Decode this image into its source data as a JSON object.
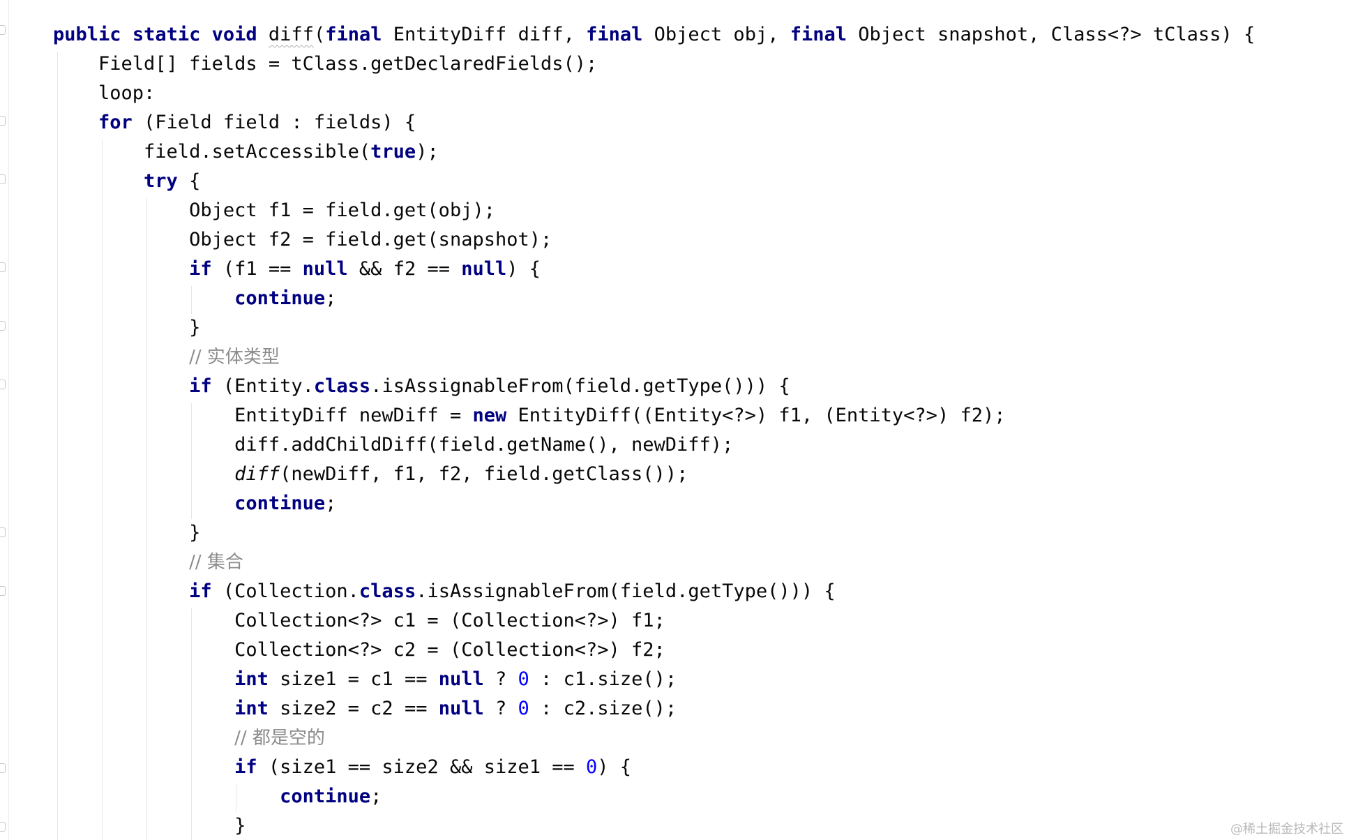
{
  "code": {
    "lines": [
      [
        {
          "t": "public",
          "c": "kw"
        },
        {
          "t": " "
        },
        {
          "t": "static",
          "c": "kw"
        },
        {
          "t": " "
        },
        {
          "t": "void",
          "c": "kw"
        },
        {
          "t": " "
        },
        {
          "t": "diff",
          "c": "underline-wavy"
        },
        {
          "t": "("
        },
        {
          "t": "final",
          "c": "kw"
        },
        {
          "t": " EntityDiff diff, "
        },
        {
          "t": "final",
          "c": "kw"
        },
        {
          "t": " Object obj, "
        },
        {
          "t": "final",
          "c": "kw"
        },
        {
          "t": " Object snapshot, Class<?> tClass) {"
        }
      ],
      [
        {
          "t": "    Field[] fields = tClass.getDeclaredFields();"
        }
      ],
      [
        {
          "t": "    loop:"
        }
      ],
      [
        {
          "t": "    "
        },
        {
          "t": "for",
          "c": "kw"
        },
        {
          "t": " (Field field : fields) {"
        }
      ],
      [
        {
          "t": "        field.setAccessible("
        },
        {
          "t": "true",
          "c": "kw"
        },
        {
          "t": ");"
        }
      ],
      [
        {
          "t": "        "
        },
        {
          "t": "try",
          "c": "kw"
        },
        {
          "t": " {"
        }
      ],
      [
        {
          "t": "            Object f1 = field.get(obj);"
        }
      ],
      [
        {
          "t": "            Object f2 = field.get(snapshot);"
        }
      ],
      [
        {
          "t": "            "
        },
        {
          "t": "if",
          "c": "kw"
        },
        {
          "t": " (f1 == "
        },
        {
          "t": "null",
          "c": "kw"
        },
        {
          "t": " && f2 == "
        },
        {
          "t": "null",
          "c": "kw"
        },
        {
          "t": ") {"
        }
      ],
      [
        {
          "t": "                "
        },
        {
          "t": "continue",
          "c": "kw"
        },
        {
          "t": ";"
        }
      ],
      [
        {
          "t": "            }"
        }
      ],
      [
        {
          "t": "            "
        },
        {
          "t": "// ",
          "c": "cmt"
        },
        {
          "t": "实体类型",
          "c": "cmt"
        }
      ],
      [
        {
          "t": "            "
        },
        {
          "t": "if",
          "c": "kw"
        },
        {
          "t": " (Entity."
        },
        {
          "t": "class",
          "c": "kw"
        },
        {
          "t": ".isAssignableFrom(field.getType())) {"
        }
      ],
      [
        {
          "t": "                EntityDiff newDiff = "
        },
        {
          "t": "new",
          "c": "kw"
        },
        {
          "t": " EntityDiff((Entity<?>) f1, (Entity<?>) f2);"
        }
      ],
      [
        {
          "t": "                diff.addChildDiff(field.getName(), newDiff);"
        }
      ],
      [
        {
          "t": "                "
        },
        {
          "t": "diff",
          "c": "italic"
        },
        {
          "t": "(newDiff, f1, f2, field.getClass());"
        }
      ],
      [
        {
          "t": "                "
        },
        {
          "t": "continue",
          "c": "kw"
        },
        {
          "t": ";"
        }
      ],
      [
        {
          "t": "            }"
        }
      ],
      [
        {
          "t": "            "
        },
        {
          "t": "// ",
          "c": "cmt"
        },
        {
          "t": "集合",
          "c": "cmt"
        }
      ],
      [
        {
          "t": "            "
        },
        {
          "t": "if",
          "c": "kw"
        },
        {
          "t": " (Collection."
        },
        {
          "t": "class",
          "c": "kw"
        },
        {
          "t": ".isAssignableFrom(field.getType())) {"
        }
      ],
      [
        {
          "t": "                Collection<?> c1 = (Collection<?>) f1;"
        }
      ],
      [
        {
          "t": "                Collection<?> c2 = (Collection<?>) f2;"
        }
      ],
      [
        {
          "t": "                "
        },
        {
          "t": "int",
          "c": "kw"
        },
        {
          "t": " size1 = c1 == "
        },
        {
          "t": "null",
          "c": "kw"
        },
        {
          "t": " ? "
        },
        {
          "t": "0",
          "c": "num"
        },
        {
          "t": " : c1.size();"
        }
      ],
      [
        {
          "t": "                "
        },
        {
          "t": "int",
          "c": "kw"
        },
        {
          "t": " size2 = c2 == "
        },
        {
          "t": "null",
          "c": "kw"
        },
        {
          "t": " ? "
        },
        {
          "t": "0",
          "c": "num"
        },
        {
          "t": " : c2.size();"
        }
      ],
      [
        {
          "t": "                "
        },
        {
          "t": "// ",
          "c": "cmt"
        },
        {
          "t": "都是空的",
          "c": "cmt"
        }
      ],
      [
        {
          "t": "                "
        },
        {
          "t": "if",
          "c": "kw"
        },
        {
          "t": " (size1 == size2 && size1 == "
        },
        {
          "t": "0",
          "c": "num"
        },
        {
          "t": ") {"
        }
      ],
      [
        {
          "t": "                    "
        },
        {
          "t": "continue",
          "c": "kw"
        },
        {
          "t": ";"
        }
      ],
      [
        {
          "t": "                }"
        }
      ]
    ]
  },
  "watermark": "@稀土掘金技术社区",
  "colors": {
    "keyword": "#000080",
    "number": "#0000ff",
    "comment": "#8c8c8c",
    "text": "#080808"
  }
}
